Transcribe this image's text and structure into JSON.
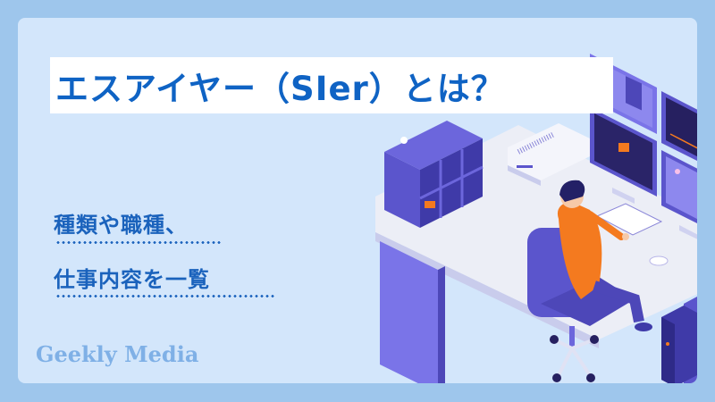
{
  "banner": {
    "title": "エスアイヤー（SIer）とは？",
    "subtitle_line1": "種類や職種、",
    "subtitle_line2": "仕事内容を一覧",
    "brand_logo": "Geekly Media"
  },
  "colors": {
    "outer_background": "#9ec6ec",
    "card_background": "#d3e6fb",
    "title_text": "#0f63c4",
    "subtitle_text": "#1a62bc",
    "logo_text": "#7fb0e6",
    "illustration_purple": "#5b55cc",
    "illustration_orange": "#f47a1f"
  },
  "illustration": {
    "description": "isometric office desk with programmer typing at keyboard facing multiple monitors",
    "elements": [
      "desk",
      "shelf-unit",
      "printer",
      "monitors",
      "keyboard",
      "mouse",
      "office-chair",
      "pc-tower",
      "person"
    ]
  }
}
